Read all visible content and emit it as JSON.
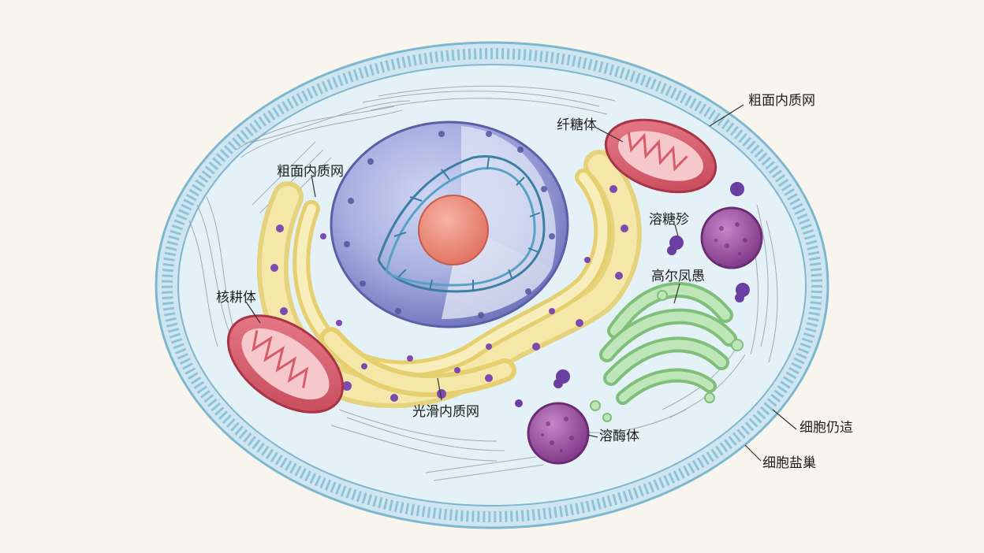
{
  "labels": {
    "rer_outer": "粗面内质网",
    "ribosome": "纤糖体",
    "rer_inner": "粗面内质网",
    "lysosome_top": "溶糖殄",
    "golgi": "高尔凤愚",
    "mitochondrion_left": "核耕体",
    "ser": "光滑内质网",
    "lysosome_bottom": "溶酶体",
    "cytoskeleton": "细胞仍迼",
    "cell_membrane": "细胞盐巢"
  },
  "colors": {
    "background": "#f7f5ee",
    "membrane": "#8fc3d8",
    "cytoplasm": "#e4f1f7",
    "nucleus": "#7f86c9",
    "nucleolus": "#ef8a7c",
    "dna": "#3c7fa3",
    "er": "#f1e19a",
    "ribosome_dot": "#7d4ab0",
    "mitochondrion": "#d85b6a",
    "golgi": "#a9d9a3",
    "lysosome": "#9a4f9e"
  }
}
